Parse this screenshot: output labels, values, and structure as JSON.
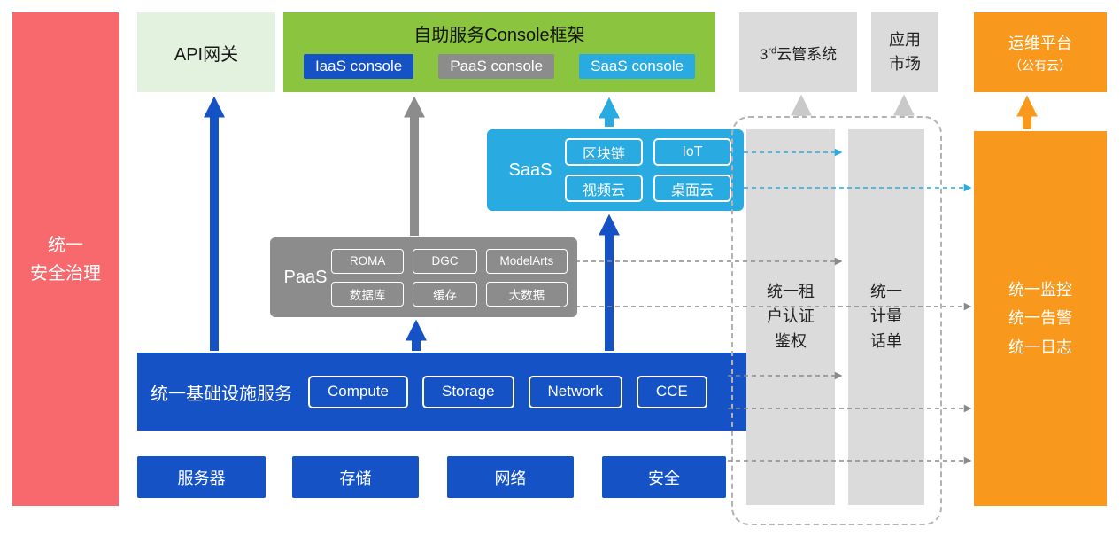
{
  "colors": {
    "security_red": "#F7696D",
    "console_green": "#8BC540",
    "api_light_green": "#E3F1DF",
    "deep_blue": "#1552C6",
    "paas_gray": "#8C8C8C",
    "panel_light_gray": "#DBDBDB",
    "saas_cyan": "#29ABE2",
    "om_orange": "#F8991D"
  },
  "security_bar": {
    "label": "统一\n安全治理"
  },
  "top_row": {
    "api_gateway": {
      "label": "API网关"
    },
    "console_frame": {
      "title": "自助服务Console框架",
      "iaas_console": "IaaS console",
      "paas_console": "PaaS console",
      "saas_console": "SaaS console"
    },
    "third_party_cms": {
      "prefix": "3",
      "superscript": "rd",
      "suffix": "云管系统"
    },
    "app_market": {
      "label": "应用\n市场"
    },
    "om_platform": {
      "line1": "运维平台",
      "line2": "（公有云）"
    }
  },
  "saas_block": {
    "label": "SaaS",
    "items": [
      "区块链",
      "IoT",
      "视频云",
      "桌面云"
    ]
  },
  "paas_block": {
    "label": "PaaS",
    "items": [
      "ROMA",
      "DGC",
      "ModelArts",
      "数据库",
      "缓存",
      "大数据"
    ]
  },
  "infra_block": {
    "label": "统一基础设施服务",
    "items": [
      "Compute",
      "Storage",
      "Network",
      "CCE"
    ]
  },
  "hardware_row": [
    "服务器",
    "存储",
    "网络",
    "安全"
  ],
  "right_panel": {
    "tenant_auth": {
      "label": "统一租\n户认证\n鉴权"
    },
    "metering": {
      "label": "统一\n计量\n话单"
    },
    "om_bar": {
      "label": "统一监控\n统一告警\n统一日志"
    }
  }
}
